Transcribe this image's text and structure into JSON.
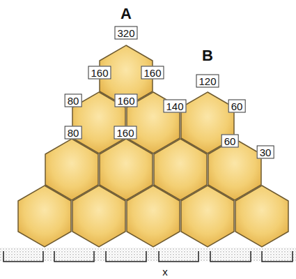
{
  "diagram": {
    "labels": [
      "A",
      "320",
      "B",
      "160",
      "160",
      "120",
      "80",
      "160",
      "140",
      "60",
      "80",
      "160",
      "60",
      "30",
      "x"
    ]
  }
}
